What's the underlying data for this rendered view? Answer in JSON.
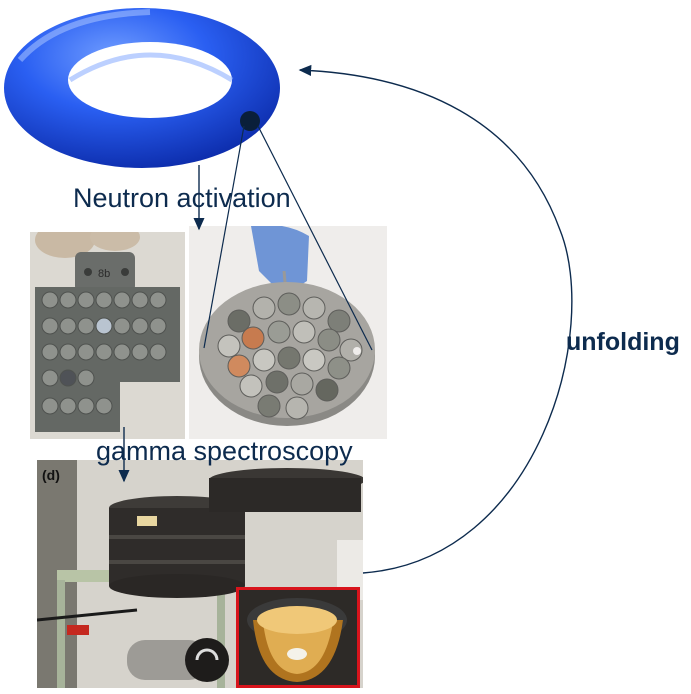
{
  "labels": {
    "neutron_activation": "Neutron activation",
    "gamma_spectroscopy": "gamma spectroscopy",
    "unfolding": "unfolding",
    "panel_d": "(d)",
    "holder_marking": "8b"
  },
  "colors": {
    "torus": "#1f55e8",
    "arrow": "#0d2b4e",
    "label": "#0d2b4e",
    "inset_border": "#d8141c"
  }
}
